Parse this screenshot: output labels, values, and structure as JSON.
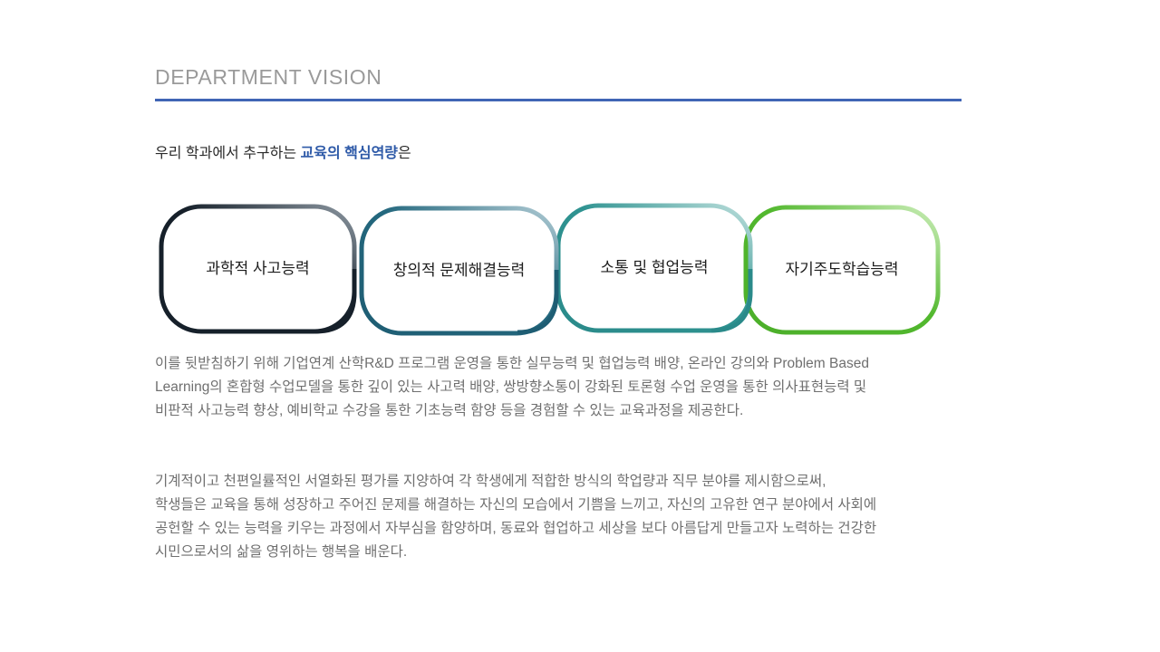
{
  "header": {
    "title": "DEPARTMENT VISION",
    "rule_color": "#4065b5"
  },
  "intro": {
    "prefix": "우리 학과에서 추구하는 ",
    "accent": "교육의 핵심역량",
    "suffix": "은",
    "accent_color": "#2e5aa8"
  },
  "competencies": [
    {
      "label": "과학적 사고능력",
      "color": "#16202a",
      "fade_color": "#5d6b77"
    },
    {
      "label": "창의적 문제해결능력",
      "color": "#1e5d73",
      "fade_color": "#7fa8b6"
    },
    {
      "label": "소통 및 협업능력",
      "color": "#2a8a8a",
      "fade_color": "#8fc6c4"
    },
    {
      "label": "자기주도학습능력",
      "color": "#4caf2a",
      "fade_color": "#a8dd90"
    }
  ],
  "paragraphs": [
    "이를 뒷받침하기 위해 기업연계 산학R&D 프로그램 운영을 통한 실무능력 및 협업능력 배양, 온라인 강의와 Problem Based\nLearning의 혼합형 수업모델을 통한 깊이 있는 사고력 배양, 쌍방향소통이 강화된 토론형 수업 운영을 통한 의사표현능력 및\n비판적 사고능력 향상, 예비학교 수강을 통한 기초능력 함양 등을 경험할 수 있는 교육과정을 제공한다.",
    "기계적이고 천편일률적인 서열화된 평가를 지양하여 각 학생에게 적합한 방식의 학업량과 직무 분야를 제시함으로써,\n학생들은 교육을 통해 성장하고 주어진 문제를 해결하는 자신의 모습에서 기쁨을 느끼고, 자신의 고유한 연구 분야에서 사회에\n공헌할 수 있는 능력을 키우는 과정에서 자부심을 함양하며, 동료와 협업하고 세상을 보다 아름답게 만들고자 노력하는 건강한\n시민으로서의 삶을 영위하는 행복을 배운다."
  ]
}
